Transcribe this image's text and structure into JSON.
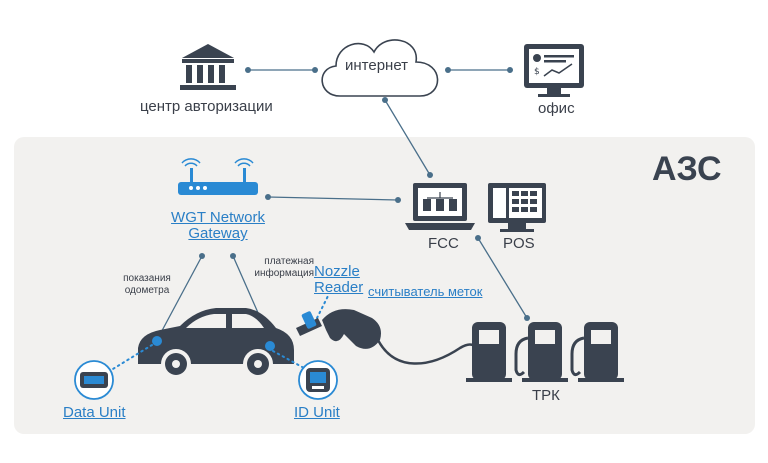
{
  "labels": {
    "auth_center": "центр авторизации",
    "internet": "интернет",
    "office": "офис",
    "station": "АЗС",
    "gateway_line1": "WGT Network",
    "gateway_line2": "Gateway",
    "fcc": "FCC",
    "pos": "POS",
    "odometer_line1": "показания",
    "odometer_line2": "одометра",
    "payment_line1": "платежная",
    "payment_line2": "информация",
    "nozzle_line1": "Nozzle",
    "nozzle_line2": "Reader",
    "tag_reader": "считыватель меток",
    "data_unit": "Data Unit",
    "id_unit": "ID Unit",
    "trk": "ТРК"
  },
  "colors": {
    "icon": "#3a4350",
    "line": "#4a6f8a",
    "accent": "#2a8ad4",
    "panel": "#f2f1ef",
    "link": "#2a7fc6"
  },
  "icons": [
    "bank-icon",
    "cloud-icon",
    "monitor-chart-icon",
    "router-icon",
    "laptop-fcc-icon",
    "pos-terminal-icon",
    "car-icon",
    "fuel-nozzle-icon",
    "obd-device-icon",
    "id-device-icon",
    "fuel-dispenser-icon"
  ]
}
